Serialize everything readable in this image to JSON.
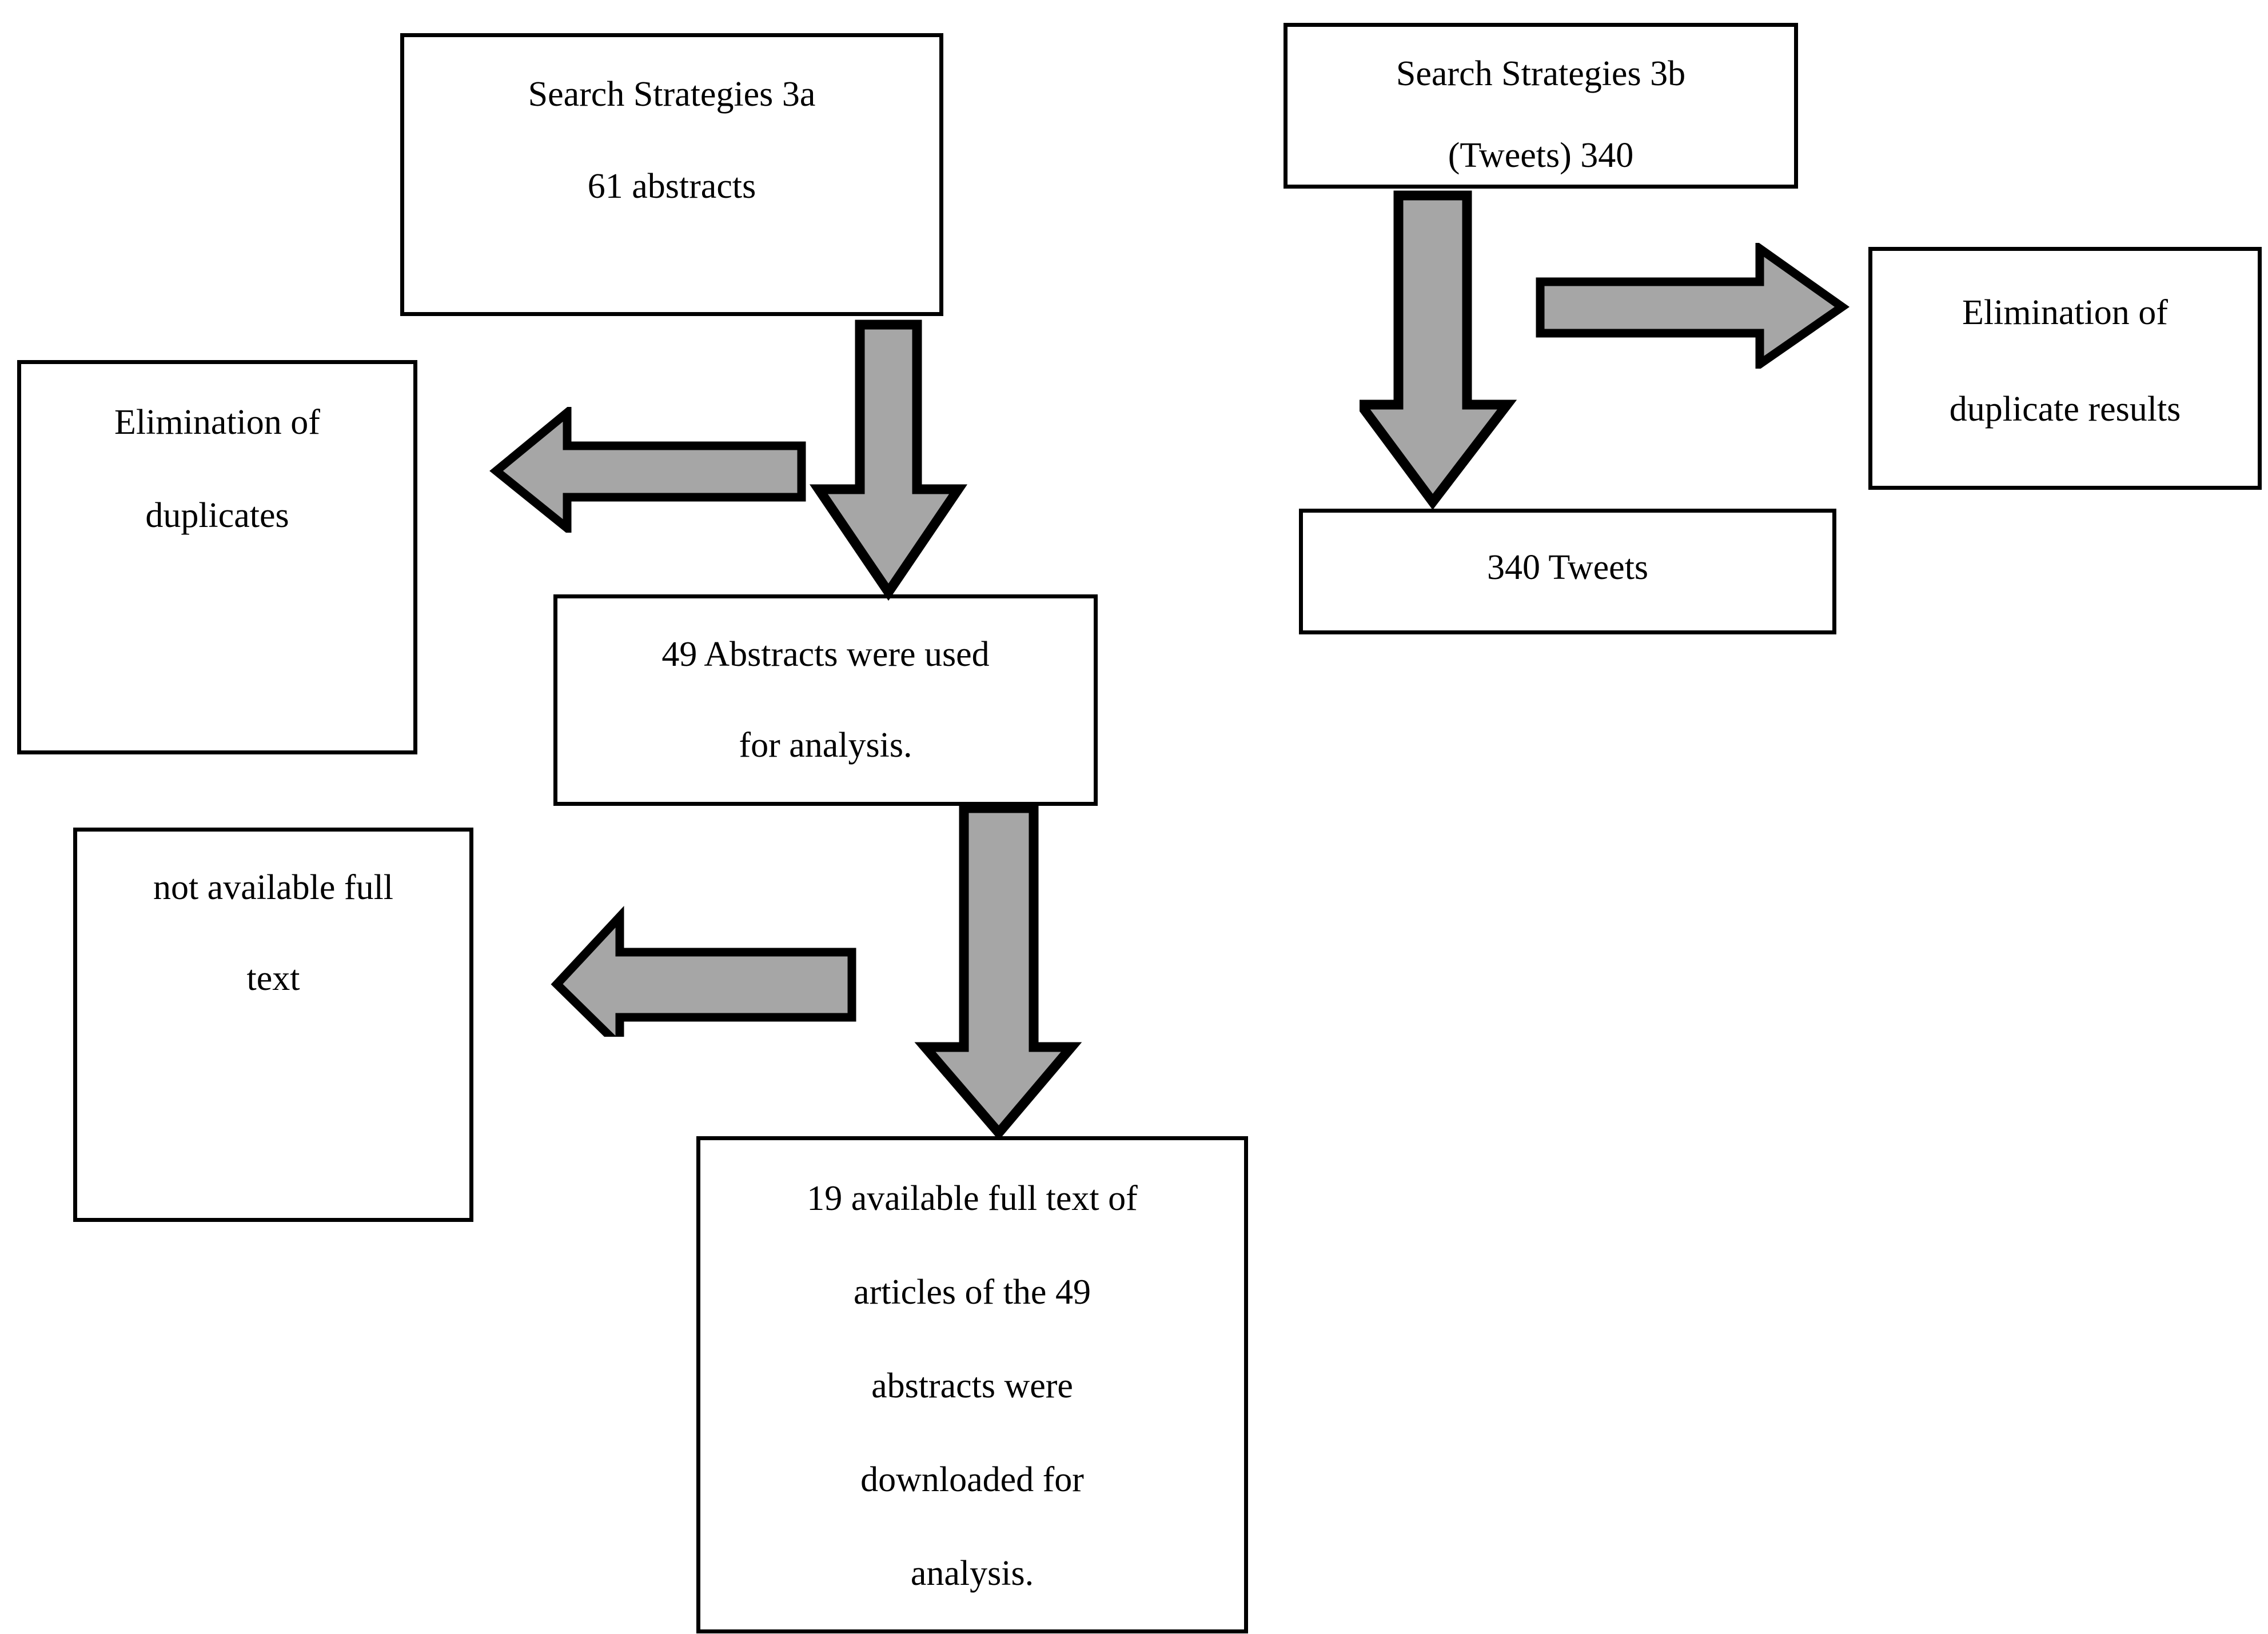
{
  "diagram": {
    "title": "Search Strategies Flowchart",
    "type": "flowchart",
    "background_color": "#FFFFFF",
    "box_border_color": "#000000",
    "box_fill_color": "#FFFFFF",
    "arrow_fill_color": "#A6A6A6",
    "arrow_outline_color": "#000000",
    "text_color": "#000000"
  },
  "nodes": {
    "search_strategies_3a": {
      "line1": "Search Strategies 3a",
      "line2": "61 abstracts"
    },
    "search_strategies_3b": {
      "line1": "Search Strategies 3b",
      "line2": "(Tweets) 340"
    },
    "elimination_of_duplicates": {
      "line1": "Elimination of",
      "line2": "duplicates"
    },
    "elimination_of_duplicate_results": {
      "line1": "Elimination of",
      "line2": "duplicate results"
    },
    "tweets_340": {
      "line1": "340 Tweets"
    },
    "abstracts_49": {
      "line1": "49 Abstracts were used",
      "line2": "for analysis."
    },
    "not_available_full_text": {
      "line1": "not available full",
      "line2": "text"
    },
    "full_text_19": {
      "line1": "19 available full text of",
      "line2": "articles of the 49",
      "line3": "abstracts were",
      "line4": "downloaded for",
      "line5": "analysis."
    }
  },
  "arrows": [
    {
      "name": "search-3a-to-49-abstracts",
      "direction": "down"
    },
    {
      "name": "to-elimination-of-duplicates",
      "direction": "left"
    },
    {
      "name": "search-3b-to-340-tweets",
      "direction": "down"
    },
    {
      "name": "to-elimination-of-duplicate-results",
      "direction": "right"
    },
    {
      "name": "49-abstracts-to-19-fulltext",
      "direction": "down"
    },
    {
      "name": "to-not-available-full-text",
      "direction": "left"
    }
  ]
}
